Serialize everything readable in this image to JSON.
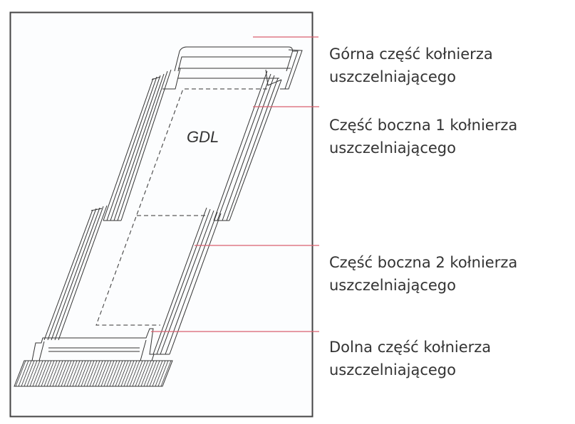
{
  "diagram": {
    "product_label": "GDL",
    "callouts": [
      {
        "line1": "Górna część kołnierza",
        "line2": "uszczelniającego"
      },
      {
        "line1": "Część boczna 1 kołnierza",
        "line2": "uszczelniającego"
      },
      {
        "line1": "Część boczna 2 kołnierza",
        "line2": "uszczelniającego"
      },
      {
        "line1": "Dolna część kołnierza",
        "line2": "uszczelniającego"
      }
    ],
    "colors": {
      "leader": "#d9606e",
      "stroke": "#333333"
    }
  }
}
